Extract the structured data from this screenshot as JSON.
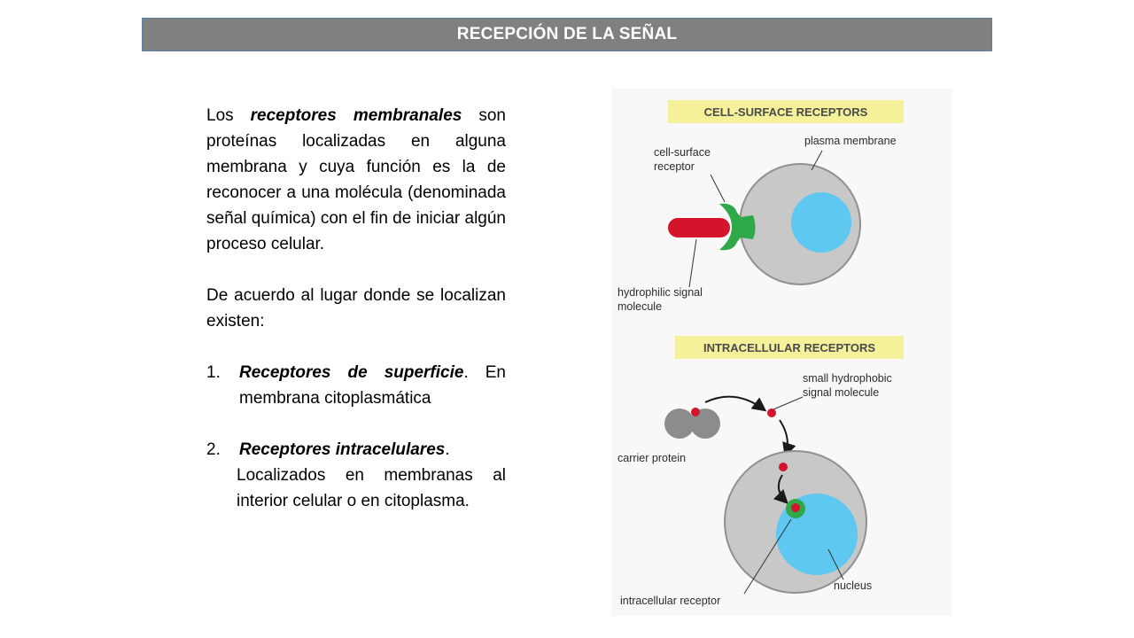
{
  "slide": {
    "title": "RECEPCIÓN DE LA SEÑAL"
  },
  "text": {
    "p1_a": "Los ",
    "p1_em": "receptores  membranales",
    "p1_b": " son proteínas localizadas en alguna membrana y cuya función es la de reconocer a una molécula (denominada señal química) con el fin de iniciar algún proceso celular.",
    "p2": "De acuerdo al lugar donde se localizan existen:",
    "item1_num": "1.",
    "item1_em": "Receptores de superficie",
    "item1_rest": ". En membrana citoplasmática",
    "item2_num": "2.",
    "item2_em": "Receptores intracelulares",
    "item2_rest": ".",
    "item2_cont": "Localizados en membranas al interior celular o en citoplasma."
  },
  "figure": {
    "header_top": "CELL-SURFACE RECEPTORS",
    "header_bottom": "INTRACELLULAR RECEPTORS",
    "label_cell_surface_line1": "cell-surface",
    "label_cell_surface_line2": "receptor",
    "label_plasma_membrane": "plasma membrane",
    "label_hydrophilic_line1": "hydrophilic signal",
    "label_hydrophilic_line2": "molecule",
    "label_small_line1": "small hydrophobic",
    "label_small_line2": "signal molecule",
    "label_carrier": "carrier protein",
    "label_nucleus": "nucleus",
    "label_intracellular": "intracellular receptor",
    "colors": {
      "header_bg": "#f5f09a",
      "cell": "#c8c8c8",
      "cell_outline": "#909090",
      "nucleus": "#5ec8f0",
      "receptor": "#2fa84a",
      "signal": "#d4142a"
    }
  }
}
